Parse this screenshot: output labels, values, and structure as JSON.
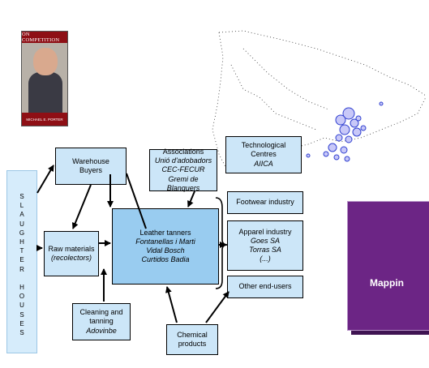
{
  "book": {
    "title": "ON COMPETITION",
    "author": "MICHAEL E. PORTER"
  },
  "slaughter_houses": [
    "S",
    "L",
    "A",
    "U",
    "G",
    "H",
    "T",
    "E",
    "R",
    "",
    "H",
    "O",
    "U",
    "S",
    "E",
    "S"
  ],
  "nodes": {
    "warehouse": {
      "line1": "Warehouse",
      "line2": "Buyers"
    },
    "raw_materials": {
      "line1": "Raw materials",
      "line2": "(recolectors)"
    },
    "leather": {
      "line1": "Leather tanners",
      "line2": "Fontanellas i Marti",
      "line3": "Vidal Bosch",
      "line4": "Curtidos Badia"
    },
    "associations": {
      "line1": "Associations",
      "line2": "Unió d'adobadors",
      "line3": "CEC-FECUR",
      "line4": "Gremi de Blanquers"
    },
    "tech": {
      "line1": "Technological",
      "line2": "Centres",
      "line3": "AIICA"
    },
    "footwear": {
      "line1": "Footwear industry"
    },
    "apparel": {
      "line1": "Apparel industry",
      "line2": "Goes SA",
      "line3": "Torras SA",
      "line4": "(...)"
    },
    "other": {
      "line1": "Other end-users"
    },
    "cleaning": {
      "line1": "Cleaning and",
      "line2": "tanning",
      "line3": "Adovinbe"
    },
    "chemical": {
      "line1": "Chemical",
      "line2": "products"
    }
  },
  "mapping": {
    "label": "Mappin"
  }
}
